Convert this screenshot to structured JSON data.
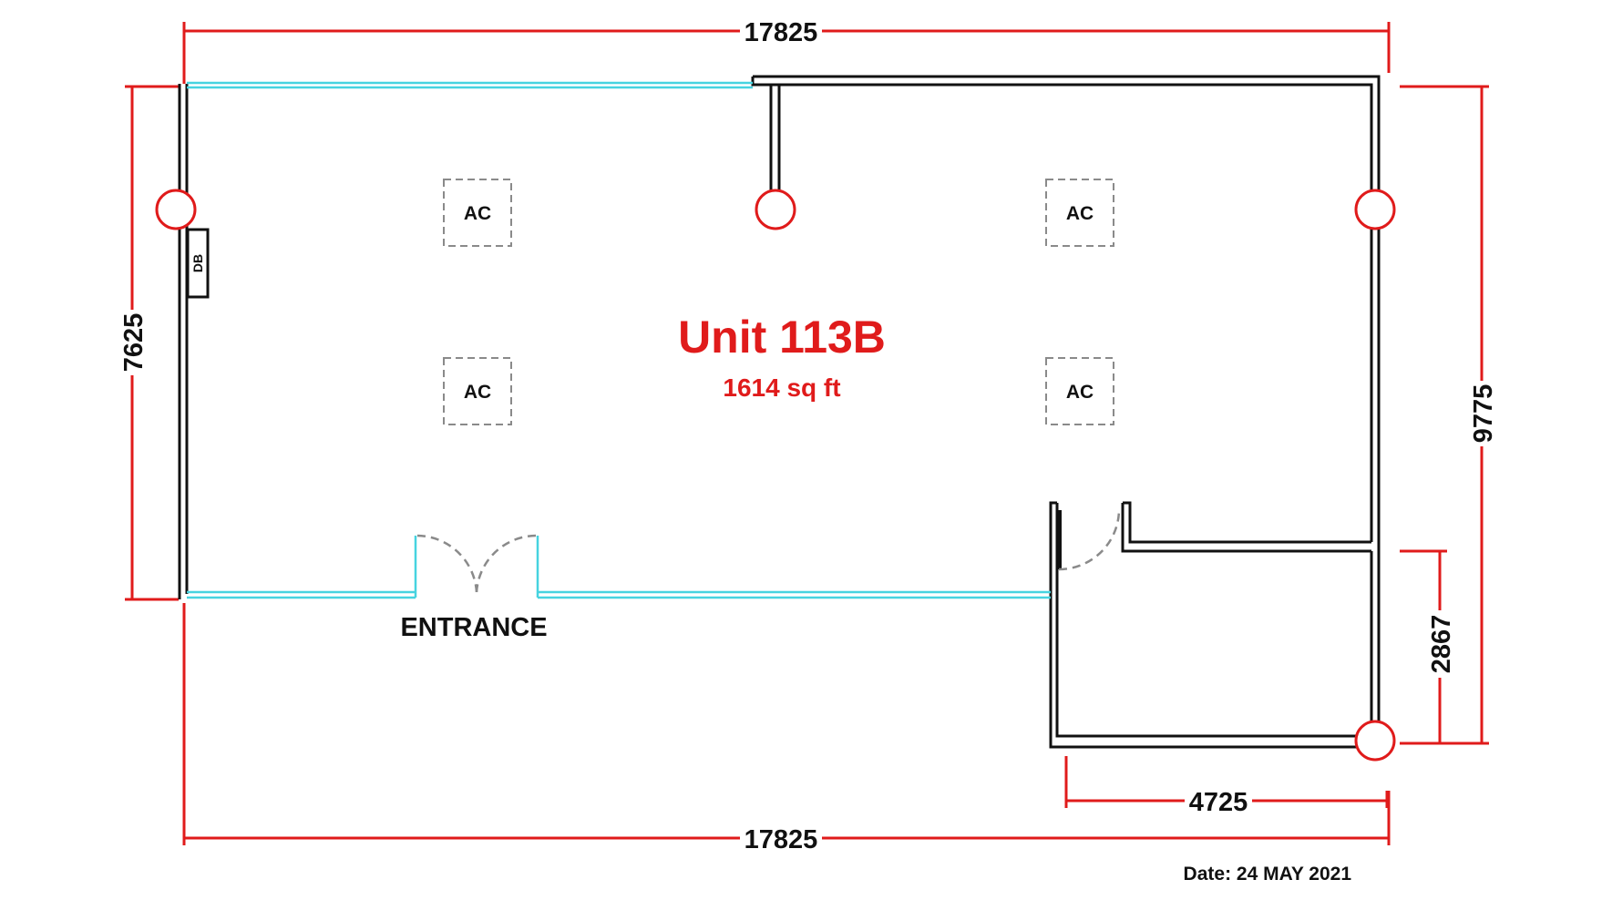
{
  "colors": {
    "dimension": "#e01b1b",
    "wall": "#111111",
    "glazing": "#46d3e0",
    "ac_box": "#8a8a8a",
    "column": "#e01b1b",
    "title": "#e01b1b"
  },
  "unit": {
    "name": "Unit 113B",
    "area": "1614 sq ft"
  },
  "dimensions": {
    "top_width": "17825",
    "bottom_width": "17825",
    "left_height": "7625",
    "right_height": "9775",
    "room_width": "4725",
    "room_height": "2867"
  },
  "entrance_label": "ENTRANCE",
  "db_label": "DB",
  "ac_units": [
    "AC",
    "AC",
    "AC",
    "AC"
  ],
  "date_label": "Date: 24 MAY 2021"
}
